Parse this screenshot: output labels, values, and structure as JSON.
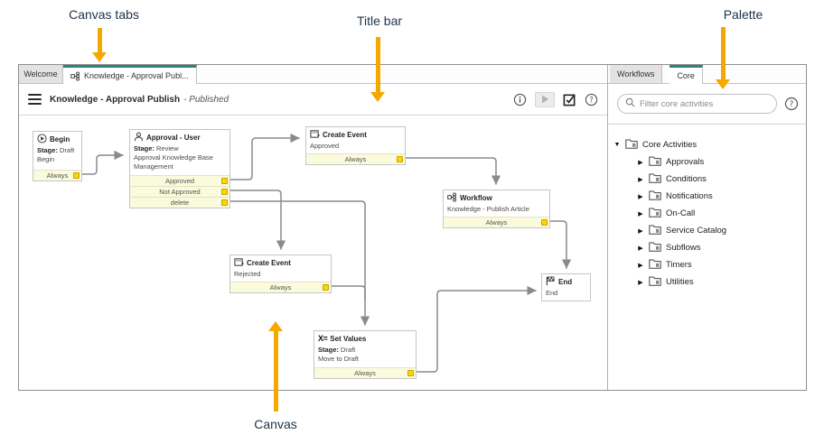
{
  "annotations": {
    "canvas_tabs": "Canvas tabs",
    "title_bar": "Title bar",
    "palette": "Palette",
    "canvas": "Canvas"
  },
  "tabs": {
    "welcome": "Welcome",
    "workflow_tab": "Knowledge - Approval Publ..."
  },
  "title_bar": {
    "title": "Knowledge - Approval Publish",
    "status": "- Published"
  },
  "palette": {
    "tabs": {
      "workflows": "Workflows",
      "core": "Core"
    },
    "search_placeholder": "Filter core activities",
    "tree": {
      "root": "Core Activities",
      "items": [
        "Approvals",
        "Conditions",
        "Notifications",
        "On-Call",
        "Service Catalog",
        "Subflows",
        "Timers",
        "Utilities"
      ]
    }
  },
  "nodes": {
    "begin": {
      "title": "Begin",
      "stage_label": "Stage:",
      "stage_value": "Draft",
      "line": "Begin",
      "exit": "Always"
    },
    "approval": {
      "title": "Approval - User",
      "stage_label": "Stage:",
      "stage_value": "Review",
      "line": "Approval Knowledge Base Management",
      "exit_approved": "Approved",
      "exit_not_approved": "Not Approved",
      "exit_delete": "delete"
    },
    "create_event_approved": {
      "title": "Create Event",
      "line": "Approved",
      "exit": "Always"
    },
    "workflow": {
      "title": "Workflow",
      "line": "Knowledge - Publish Article",
      "exit": "Always"
    },
    "create_event_rejected": {
      "title": "Create Event",
      "line": "Rejected",
      "exit": "Always"
    },
    "set_values": {
      "title": "Set Values",
      "icon_text": "X=",
      "stage_label": "Stage:",
      "stage_value": "Draft",
      "line": "Move to Draft",
      "exit": "Always"
    },
    "end": {
      "title": "End",
      "line": "End"
    }
  },
  "colors": {
    "accent_teal": "#2E8575",
    "annotation_arrow": "#F5A800",
    "connector_port_fill": "#FFD500",
    "connector_port_border": "#C9A200",
    "exit_row_bg": "#FAFADC",
    "connector_line": "#8A8A8A"
  }
}
